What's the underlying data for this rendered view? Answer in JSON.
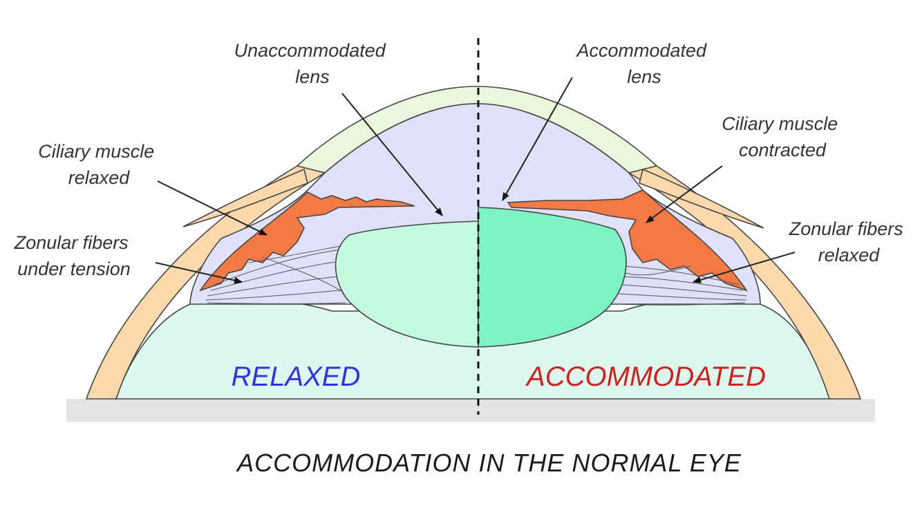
{
  "labels": {
    "unaccommodated_lens": [
      "Unaccommodated",
      "lens"
    ],
    "accommodated_lens": [
      "Accommodated",
      "lens"
    ],
    "ciliary_relaxed": [
      "Ciliary muscle",
      "relaxed"
    ],
    "ciliary_contracted": [
      "Ciliary muscle",
      "contracted"
    ],
    "zonular_tension": [
      "Zonular fibers",
      "under tension"
    ],
    "zonular_relaxed": [
      "Zonular fibers",
      "relaxed"
    ]
  },
  "states": {
    "relaxed": "RELAXED",
    "accommodated": "ACCOMMODATED"
  },
  "caption": "ACCOMMODATION IN THE NORMAL EYE",
  "colors": {
    "state_relaxed": "#3333dd",
    "state_accommodated": "#cc2222",
    "sclera": "#fcd9ac",
    "cornea": "#eaf7dc",
    "aqueous": "#e0e0f8",
    "ciliary": "#f47a45",
    "lens_relaxed": "#c4fadf",
    "lens_accommodated": "#7ff2c2",
    "vitreous": "#ddf9ee",
    "base": "#e3e3e3"
  }
}
